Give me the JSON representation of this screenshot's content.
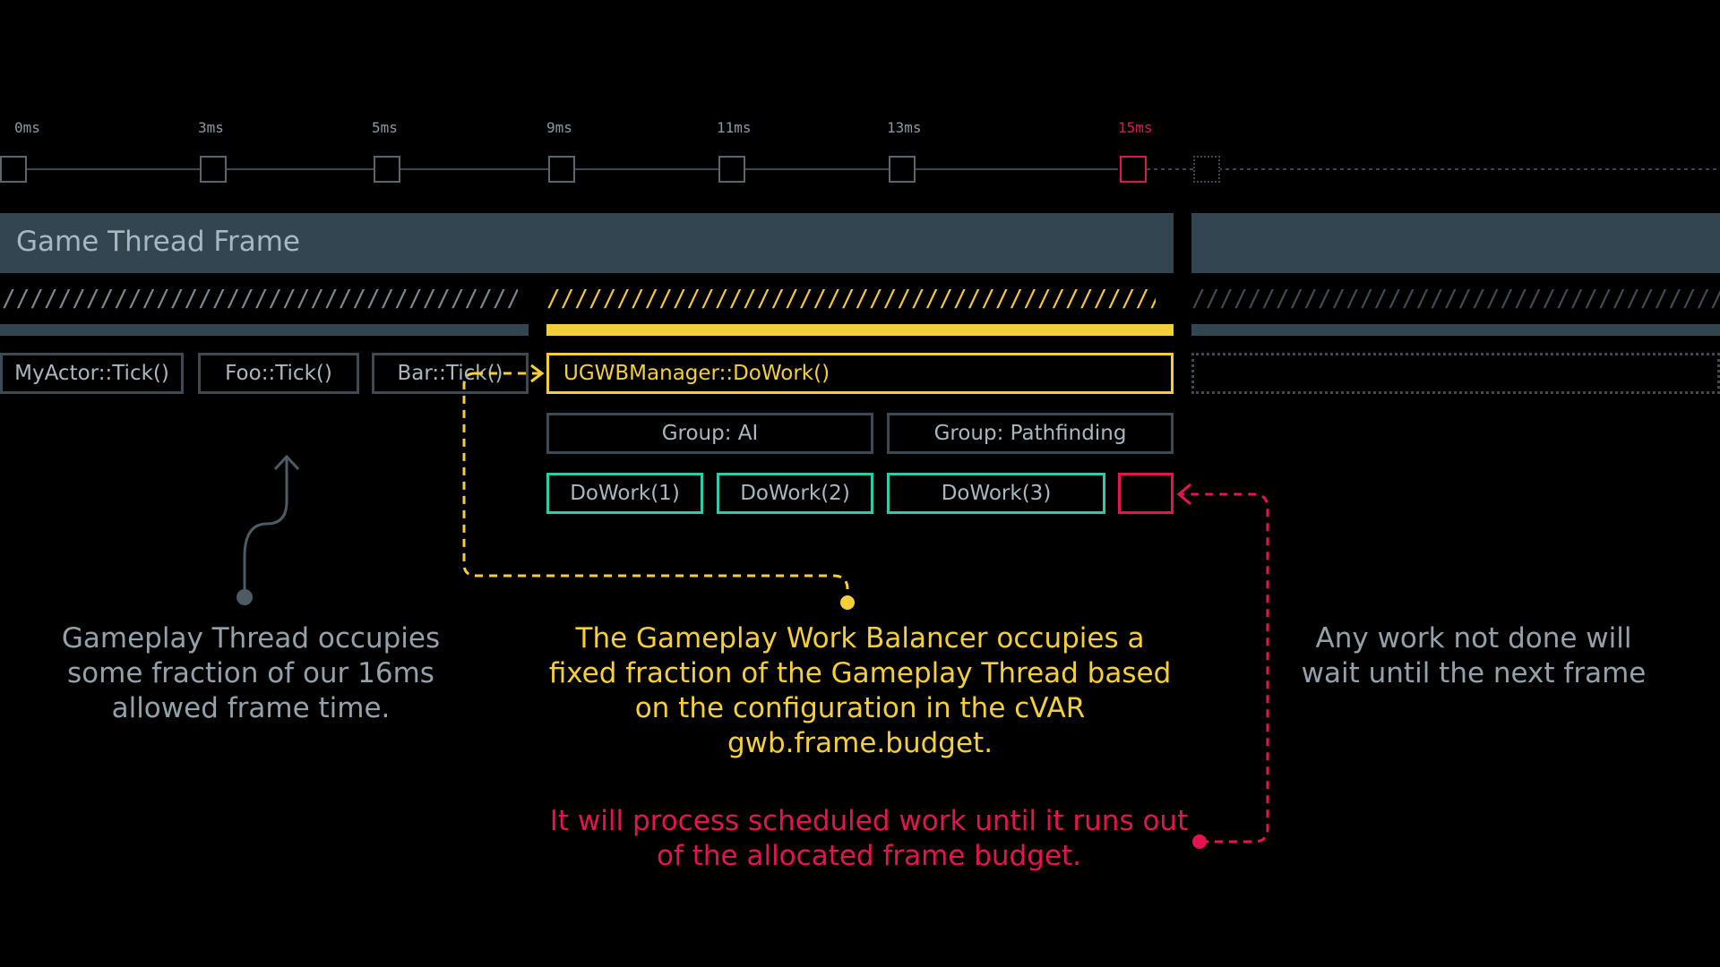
{
  "timeline": {
    "ticks": [
      {
        "label": "0ms"
      },
      {
        "label": "3ms"
      },
      {
        "label": "5ms"
      },
      {
        "label": "9ms"
      },
      {
        "label": "11ms"
      },
      {
        "label": "13ms"
      },
      {
        "label": "15ms",
        "highlight": true
      }
    ]
  },
  "frame": {
    "title": "Game Thread Frame"
  },
  "hatch": {
    "pattern": "///////////////////////////////////////////////////////////////"
  },
  "tasks": {
    "myactor": "MyActor::Tick()",
    "foo": "Foo::Tick()",
    "bar": "Bar::Tick()",
    "manager": "UGWBManager::DoWork()",
    "group_ai": "Group: AI",
    "group_path": "Group: Pathfinding",
    "dowork1": "DoWork(1)",
    "dowork2": "DoWork(2)",
    "dowork3": "DoWork(3)"
  },
  "captions": {
    "left_1": "Gameplay Thread occupies",
    "left_2": "some fraction of our 16ms",
    "left_3": "allowed frame time.",
    "mid_1": "The Gameplay Work Balancer occupies a",
    "mid_2": "fixed fraction of the Gameplay Thread based",
    "mid_3": "on the configuration in the cVAR",
    "mid_4": "gwb.frame.budget.",
    "red_1": "It will process scheduled work until it runs out",
    "red_2": "of the allocated frame budget.",
    "right_1": "Any work not done will",
    "right_2": "wait until the next frame"
  },
  "colors": {
    "background": "#000000",
    "band": "#334550",
    "accent_yellow": "#f5cf3a",
    "accent_teal": "#32c9a8",
    "accent_red": "#e5134f",
    "muted_text": "#93a1ab"
  }
}
